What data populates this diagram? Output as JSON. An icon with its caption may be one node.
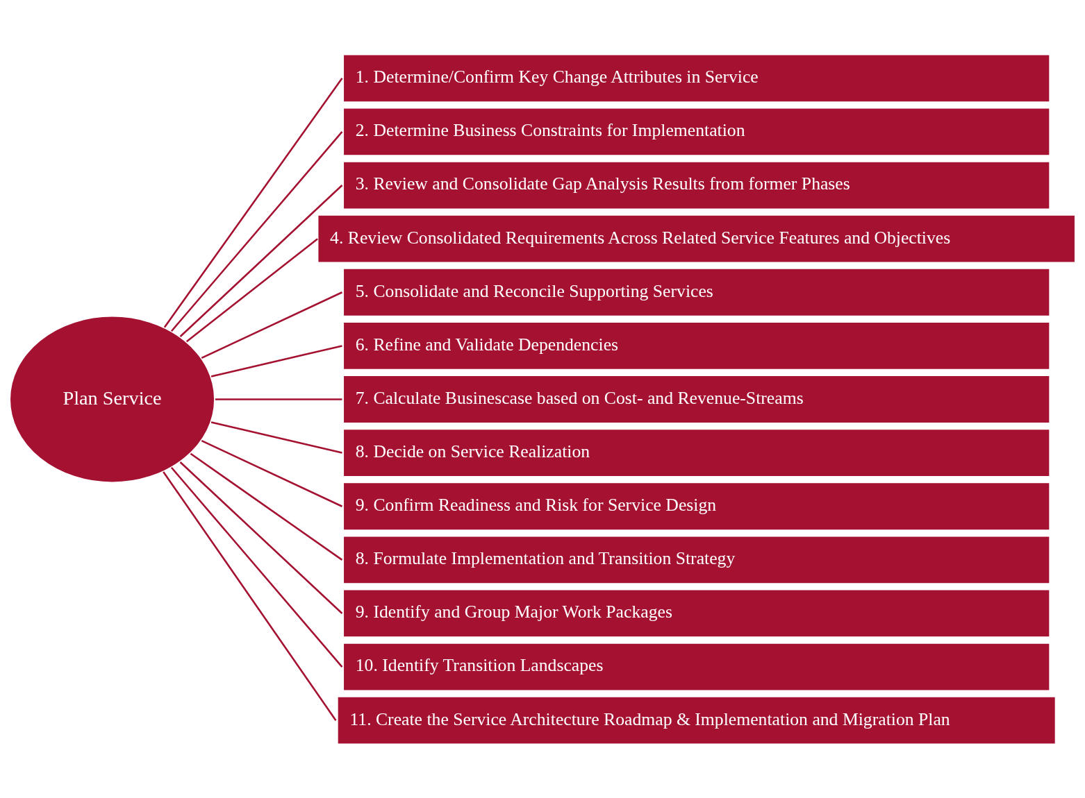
{
  "diagram": {
    "nodes": [
      {
        "text": [
          "Plan Service"
        ]
      },
      {
        "text": [
          "1. Determine/Confirm Key Change Attributes in Service"
        ]
      },
      {
        "text": [
          "2. Determine Business Constraints for Implementation"
        ]
      },
      {
        "text": [
          "3. Review and Consolidate Gap Analysis Results from former Phases"
        ]
      },
      {
        "text": [
          "4. Review Consolidated Requirements Across Related Service Features and Objectives"
        ]
      },
      {
        "text": [
          "5. Consolidate and Reconcile Supporting Services"
        ]
      },
      {
        "text": [
          "6. Refine and Validate Dependencies"
        ]
      },
      {
        "text": [
          "7. Calculate Businescase based on Cost- and Revenue-Streams"
        ]
      },
      {
        "text": [
          "8. Decide on Service Realization"
        ]
      },
      {
        "text": [
          "9. Confirm Readiness and Risk for Service Design"
        ]
      },
      {
        "text": [
          "8. Formulate Implementation and Transition Strategy"
        ]
      },
      {
        "text": [
          "9. Identify and Group Major Work Packages"
        ]
      },
      {
        "text": [
          "10. Identify Transition Landscapes"
        ]
      },
      {
        "text": [
          "11. Create the Service Architecture Roadmap & Implementation and Migration Plan"
        ]
      }
    ],
    "edges": [
      {
        "from": 0,
        "to": 1,
        "arrow": "none"
      },
      {
        "from": 0,
        "to": 2,
        "arrow": "none"
      },
      {
        "from": 0,
        "to": 3,
        "arrow": "none"
      },
      {
        "from": 0,
        "to": 4,
        "arrow": "none"
      },
      {
        "from": 0,
        "to": 5,
        "arrow": "none"
      },
      {
        "from": 0,
        "to": 6,
        "arrow": "none"
      },
      {
        "from": 0,
        "to": 7,
        "arrow": "none"
      },
      {
        "from": 0,
        "to": 8,
        "arrow": "none"
      },
      {
        "from": 0,
        "to": 9,
        "arrow": "none"
      },
      {
        "from": 0,
        "to": 10,
        "arrow": "none"
      },
      {
        "from": 0,
        "to": 11,
        "arrow": "none"
      },
      {
        "from": 0,
        "to": 12,
        "arrow": "none"
      },
      {
        "from": 0,
        "to": 13,
        "arrow": "none"
      }
    ]
  }
}
